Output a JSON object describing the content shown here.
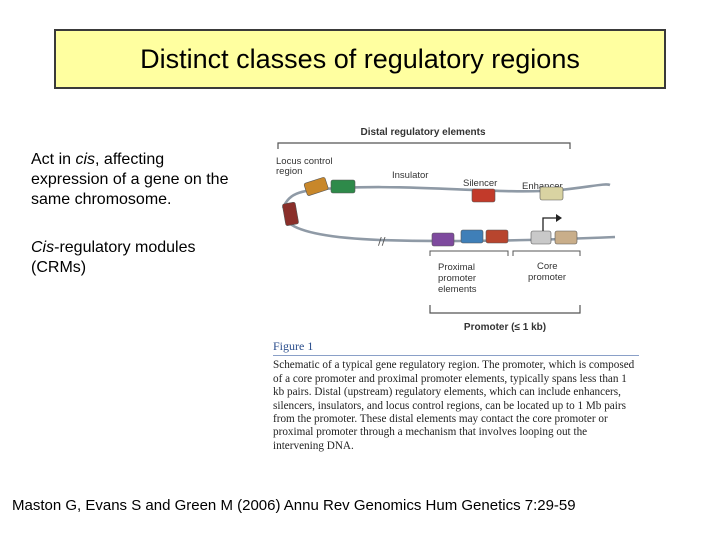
{
  "slide": {
    "title": "Distinct classes of regulatory regions",
    "bullet1_prefix": "Act in ",
    "bullet1_italic": "cis",
    "bullet1_rest": ", affecting expression of a gene on the same chromosome.",
    "bullet2_italic": "Cis",
    "bullet2_rest": "-regulatory modules (CRMs)",
    "citation": "Maston G, Evans S and Green M (2006) Annu Rev Genomics Hum Genetics 7:29-59"
  },
  "figure": {
    "top_label": "Distal regulatory elements",
    "label_lcr_line1": "Locus control",
    "label_lcr_line2": "region",
    "label_insulator": "Insulator",
    "label_silencer": "Silencer",
    "label_enhancer": "Enhancer",
    "label_proximal_line1": "Proximal",
    "label_proximal_line2": "promoter",
    "label_proximal_line3": "elements",
    "label_core_line1": "Core",
    "label_core_line2": "promoter",
    "bottom_label": "Promoter (≤ 1 kb)",
    "caption_title": "Figure 1",
    "caption_text": "Schematic of a typical gene regulatory region. The promoter, which is composed of a core promoter and proximal promoter elements, typically spans less than 1 kb pairs. Distal (upstream) regulatory elements, which can include enhancers, silencers, insulators, and locus control regions, can be located up to 1 Mb pairs from the promoter. These distal elements may contact the core promoter or proximal promoter through a mechanism that involves looping out the intervening DNA.",
    "colors": {
      "lcr": "#c8872a",
      "insulator": "#2e8a4a",
      "silencer": "#c23a2a",
      "enhancer": "#d9d3a2",
      "proximal_purple": "#7e4a9e",
      "proximal_blue": "#3f7fb8",
      "proximal_red": "#b8452e",
      "proximal_tan": "#c9ae8a",
      "core": "#c9c9c9",
      "lcr_dark": "#8a2f2a",
      "dna": "#8f9aa6"
    }
  }
}
